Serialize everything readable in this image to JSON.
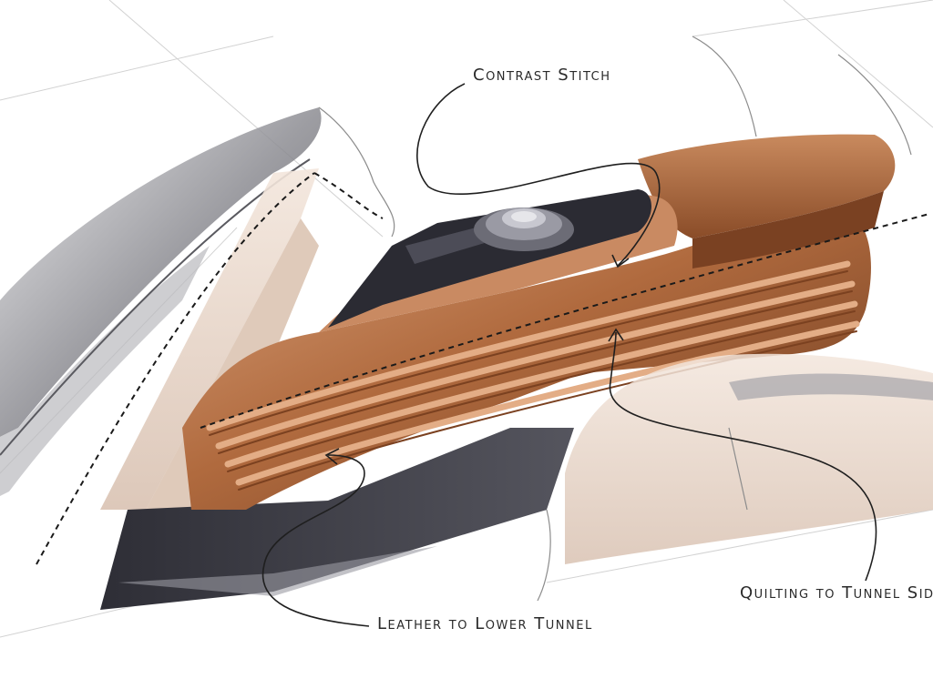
{
  "annotations": {
    "contrast_stitch": "Contrast Stitch",
    "quilting": "Quilting to Tunnel Side",
    "leather": "Leather to Lower Tunnel"
  },
  "colors": {
    "leather_mid": "#b06a3e",
    "leather_dark": "#6b3a1f",
    "leather_light": "#d8a07a",
    "shadow_gray": "#7a7a7e",
    "dark_panel": "#3a3a42"
  }
}
